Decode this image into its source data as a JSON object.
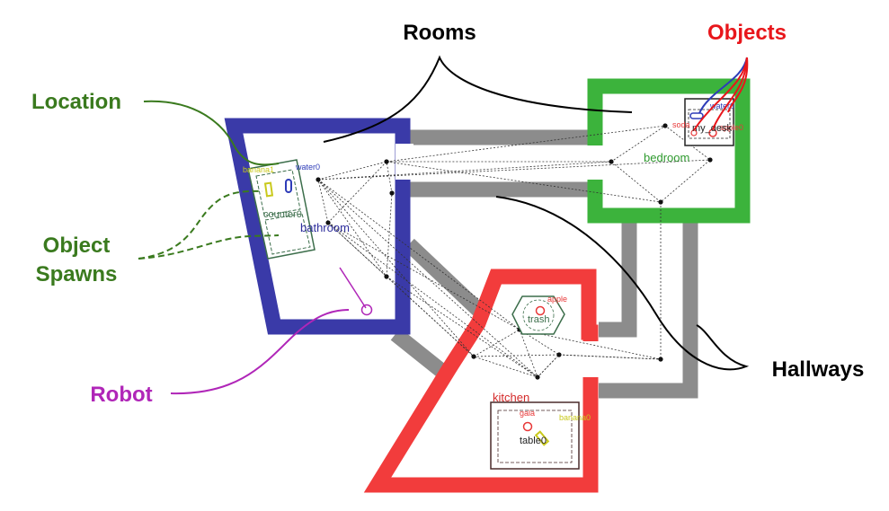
{
  "annotations": {
    "rooms": "Rooms",
    "objects": "Objects",
    "location": "Location",
    "object_spawns_line1": "Object",
    "object_spawns_line2": "Spawns",
    "robot": "Robot",
    "hallways": "Hallways"
  },
  "rooms": {
    "bathroom": "bathroom",
    "bedroom": "bedroom",
    "kitchen": "kitchen"
  },
  "locations": {
    "counter": "counter0",
    "desk": "my_desk",
    "trash": "trash",
    "table": "table0"
  },
  "objects": {
    "banana_bath": "banana1",
    "water_bath": "water0",
    "water_desk": "water0",
    "soda": "soda",
    "apple": "apple0",
    "apple_trash": "apple",
    "gala": "gala",
    "banana_kitchen": "banana0"
  },
  "colors": {
    "bathroom": "#3a3aa8",
    "bedroom": "#3cb33c",
    "kitchen": "#f23c3c",
    "hallway": "#8c8c8c",
    "location_label": "#3a7a1e",
    "objects_label": "#e8161b",
    "robot": "#b026b8"
  }
}
